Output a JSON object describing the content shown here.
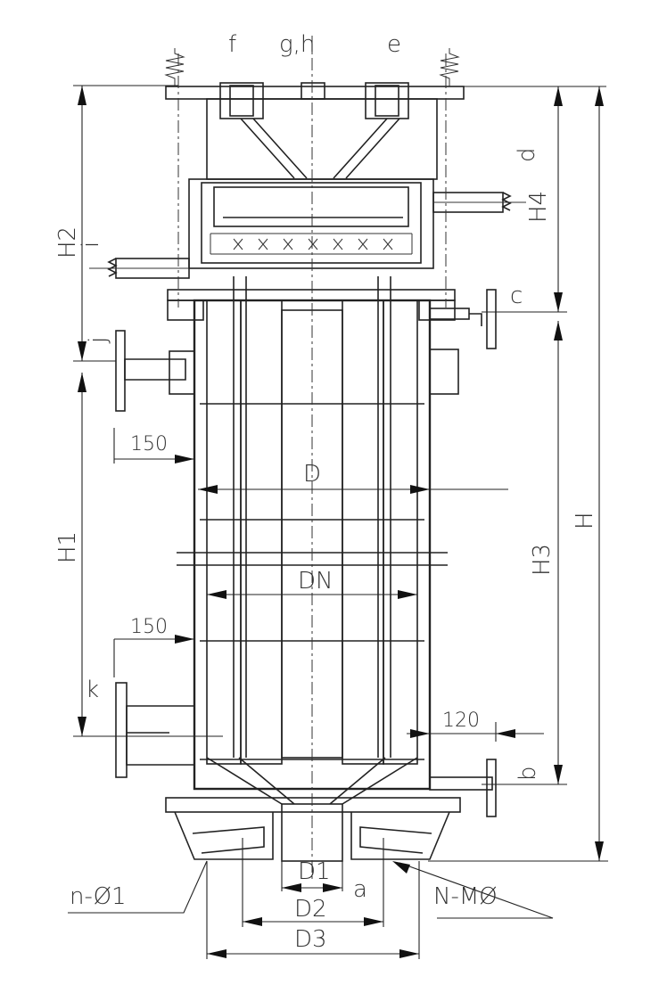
{
  "drawing": {
    "labels": {
      "f": "f",
      "gh": "g,h",
      "e": "e",
      "d": "d",
      "H4": "H4",
      "H2": "H2",
      "i": "i",
      "j": "j",
      "c": "c",
      "H1": "H1",
      "H3": "H3",
      "H": "H",
      "D": "D",
      "DN": "DN",
      "dim150_top": "150",
      "dim150_bot": "150",
      "k": "k",
      "dim120": "120",
      "b": "b",
      "n_phi1": "n-Ø1",
      "D1": "D1",
      "a": "a",
      "N_Mphi": "N-MØ",
      "D2": "D2",
      "D3": "D3"
    }
  }
}
